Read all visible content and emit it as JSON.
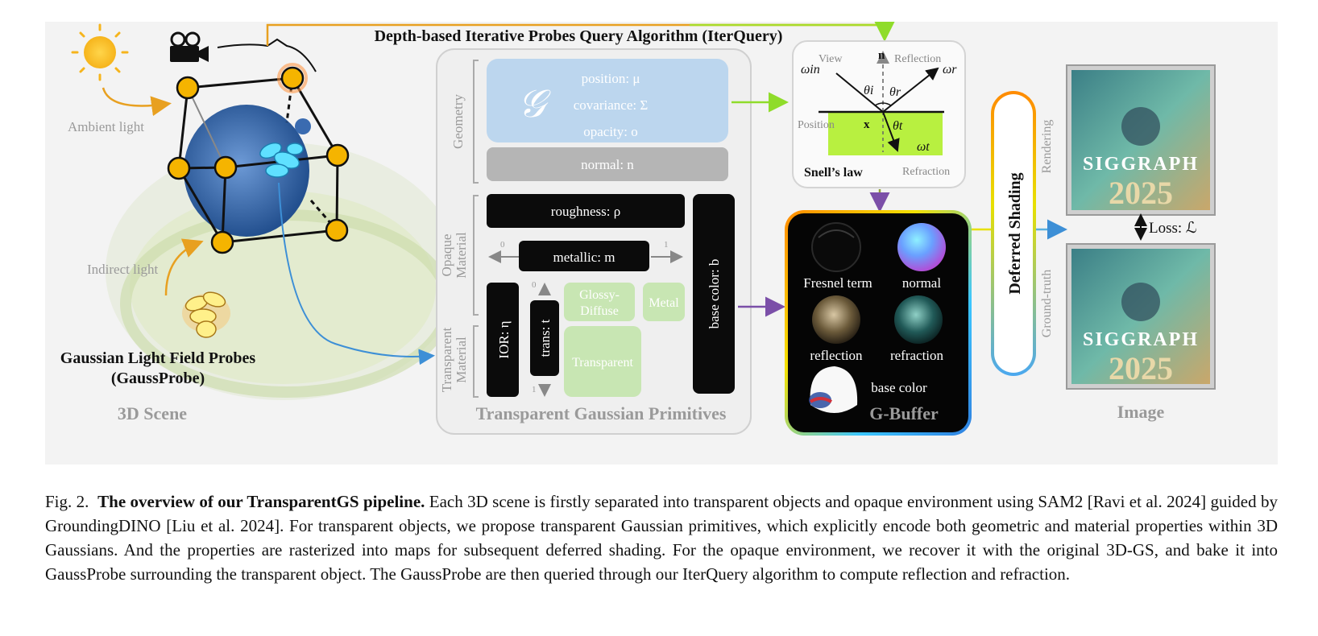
{
  "scene": {
    "ambient_light": "Ambient light",
    "indirect_light": "Indirect light",
    "probes_title_line1": "Gaussian Light Field Probes",
    "probes_title_line2": "(GaussProbe)",
    "section_label": "3D Scene"
  },
  "iterquery": {
    "title": "Depth-based Iterative Probes Query Algorithm (IterQuery)"
  },
  "primitives": {
    "geometry_label": "Geometry",
    "gaussian_symbol": "𝒢",
    "position": "position: μ",
    "covariance": "covariance: Σ",
    "opacity": "opacity: o",
    "normal": "normal: n",
    "opaque_label_1": "Opaque",
    "opaque_label_2": "Material",
    "roughness": "roughness: ρ",
    "metallic": "metallic: m",
    "metallic_min": "0",
    "metallic_max": "1",
    "transparent_label_1": "Transparent",
    "transparent_label_2": "Material",
    "ior": "IOR: η",
    "trans": "trans: t",
    "trans_min": "0",
    "trans_max": "1",
    "glossy_1": "Glossy-",
    "glossy_2": "Diffuse",
    "metal": "Metal",
    "transparent": "Transparent",
    "base_color": "base color: b",
    "section_label": "Transparent Gaussian Primitives"
  },
  "snell": {
    "view": "View",
    "reflection": "Reflection",
    "n": "n",
    "w_in": "ωin",
    "w_r": "ωr",
    "theta_i": "θi",
    "theta_r": "θr",
    "theta_t": "θt",
    "w_t": "ωt",
    "position": "Position",
    "x": "x",
    "title": "Snell’s law",
    "refraction": "Refraction"
  },
  "gbuffer": {
    "fresnel": "Fresnel term",
    "normal": "normal",
    "reflection": "reflection",
    "refraction": "refraction",
    "base_color": "base color",
    "section_label": "G-Buffer"
  },
  "deferred": {
    "label": "Deferred Shading"
  },
  "image": {
    "rendering": "Rendering",
    "ground_truth": "Ground-truth",
    "loss": "Loss: ℒ",
    "poster_line1": "SIGGRAPH",
    "poster_line2": "2025",
    "section_label": "Image"
  },
  "caption": {
    "fig_label": "Fig. 2.",
    "bold_title": "The overview of our TransparentGS pipeline.",
    "body": "Each 3D scene is firstly separated into transparent objects and opaque environment using SAM2 [Ravi et al. 2024] guided by GroundingDINO [Liu et al. 2024]. For transparent objects, we propose transparent Gaussian primitives, which explicitly encode both geometric and material properties within 3D Gaussians. And the properties are rasterized into maps for subsequent deferred shading. For the opaque environment, we recover it with the original 3D-GS, and bake it into GaussProbe surrounding the transparent object. The GaussProbe are then queried through our IterQuery algorithm to compute reflection and refraction."
  },
  "colors": {
    "probe_orange": "#f5b400",
    "geometry_blue": "#bcd6ee",
    "normal_gray": "#b5b5b5",
    "material_green": "#c8e6b3",
    "snell_green": "#b8f040",
    "arrow_green": "#8fdc2a",
    "arrow_purple": "#7b4fa8",
    "arrow_blue": "#3d8fd6"
  }
}
